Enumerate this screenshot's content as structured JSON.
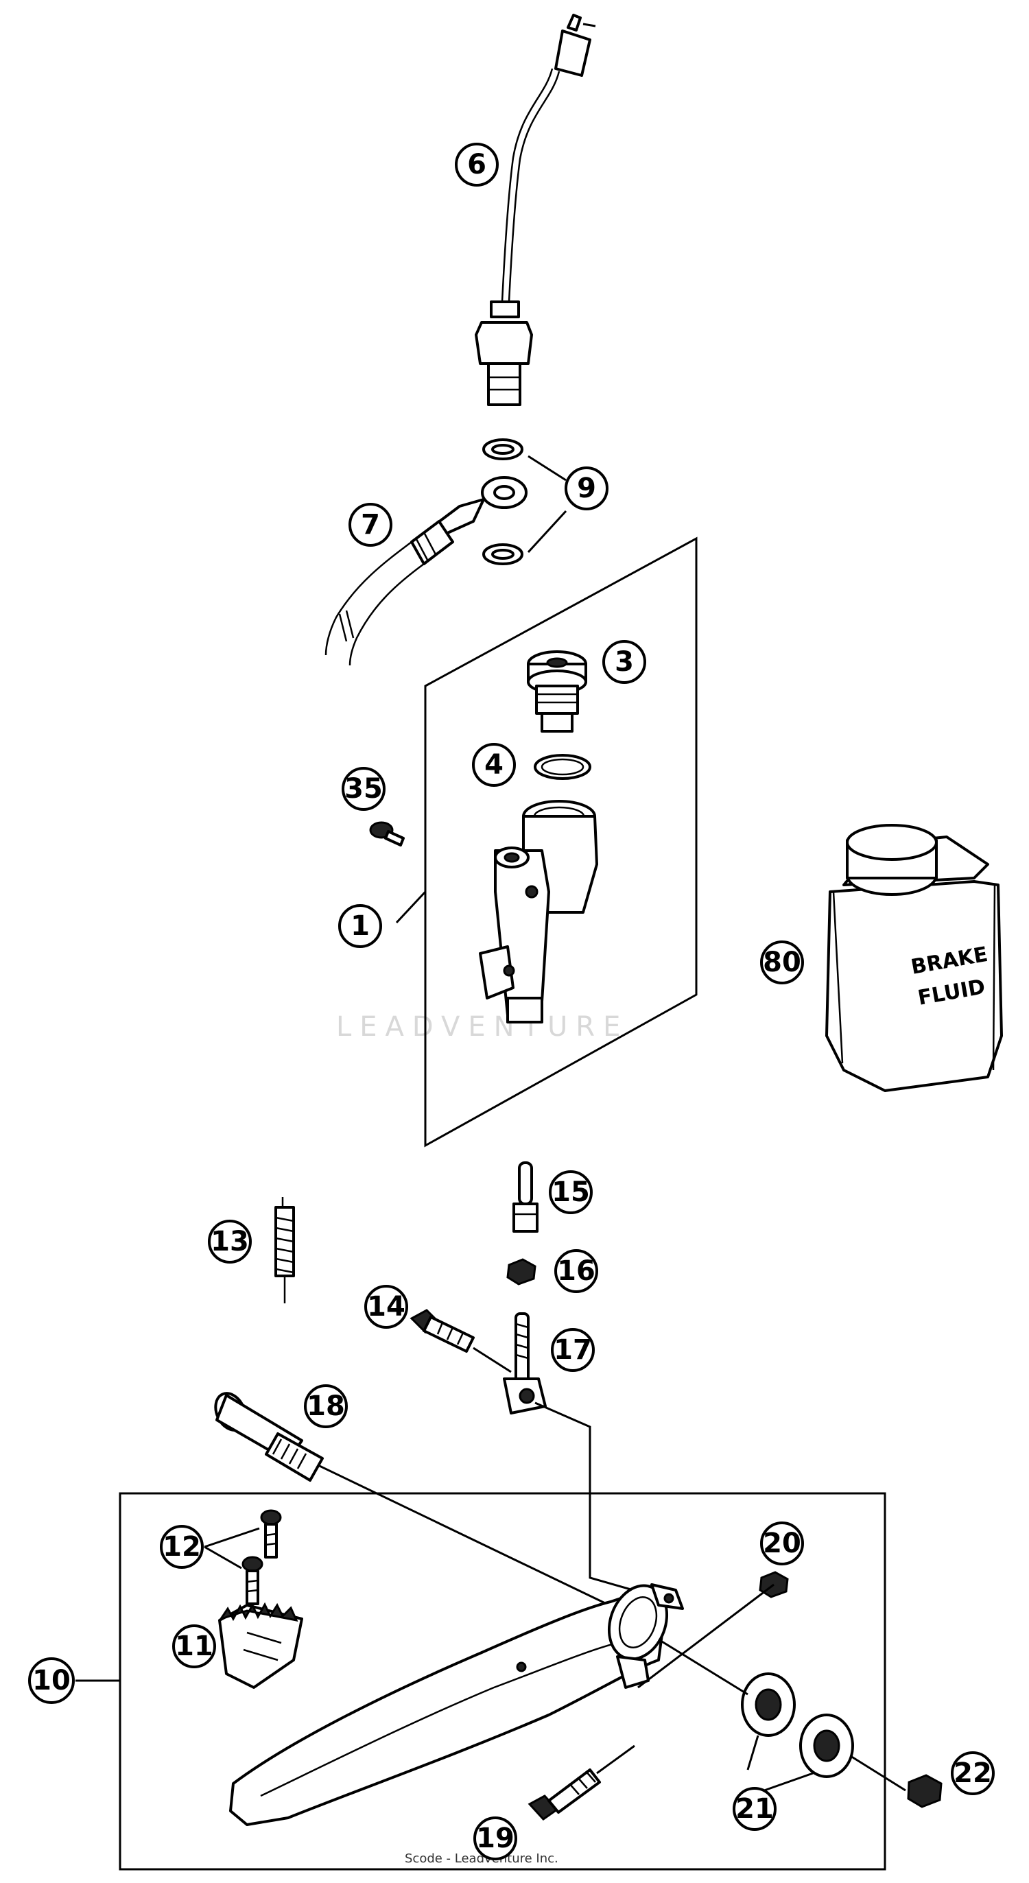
{
  "callouts": {
    "c6": "6",
    "c9": "9",
    "c7": "7",
    "c3": "3",
    "c4": "4",
    "c35": "35",
    "c1": "1",
    "c80": "80",
    "c15": "15",
    "c13": "13",
    "c16a": "16",
    "c14": "14",
    "c17": "17",
    "c18": "18",
    "c20": "20",
    "c12": "12",
    "c10": "10",
    "c11": "11",
    "c21": "21",
    "c22": "22",
    "c19": "19"
  },
  "brake_fluid_label": {
    "line1": "BRAKE",
    "line2": "FLUID"
  },
  "watermark": "LEADVENTURE",
  "footer": "Scode - Leadventure Inc."
}
